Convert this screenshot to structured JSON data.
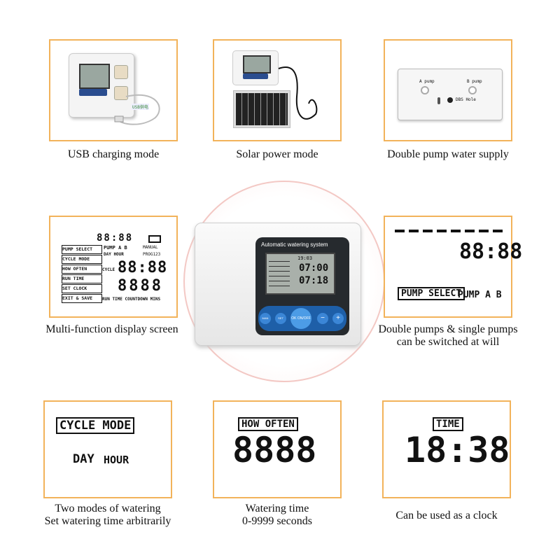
{
  "captions": {
    "usb": "USB charging mode",
    "solar": "Solar power mode",
    "double_pump": "Double pump water supply",
    "display": "Multi-function display screen",
    "switch_line1": "Double pumps & single pumps",
    "switch_line2": "can be switched at will",
    "modes_line1": "Two modes of watering",
    "modes_line2": "Set watering time arbitrarily",
    "time_line1": "Watering time",
    "time_line2": "0-9999 seconds",
    "clock": "Can be used as a clock"
  },
  "usb_panel": {
    "cable_label": "USB供电"
  },
  "pump_panel": {
    "a_pump": "A pump",
    "b_pump": "B pump",
    "dbs_hole": "DBS Hole"
  },
  "display_panel": {
    "clock_digits": "88:88",
    "menu": [
      "PUMP SELECT",
      "CYCLE MODE",
      "HOW OFTEN",
      "RUN TIME",
      "SET CLOCK",
      "EXIT & SAVE"
    ],
    "pump_ab": "PUMP  A B",
    "day_hour": "DAY  HOUR",
    "manual": "MANUAL",
    "prog": "PROG123",
    "cycle": "CYCLE",
    "big_digits": "88:88",
    "bottom_digits": "8888",
    "footer": "RUN TIME COUNTDOWN MINS"
  },
  "device": {
    "title": "Automatic watering system",
    "lcd_time": "19:03",
    "lcd_row1": "07:00",
    "lcd_row2": "07:18",
    "buttons": [
      "MAN",
      "SET",
      "OK ON/OFF",
      "−",
      "+"
    ]
  },
  "pump_select_panel": {
    "digits": "88:88",
    "label": "PUMP SELECT",
    "pump_ab": "PUMP A B"
  },
  "cycle_panel": {
    "label": "CYCLE MODE",
    "day": "DAY",
    "hour": "HOUR"
  },
  "often_panel": {
    "label": "HOW OFTEN",
    "digits": "8888"
  },
  "clock_panel": {
    "label": "TIME",
    "digits": "18:38"
  }
}
